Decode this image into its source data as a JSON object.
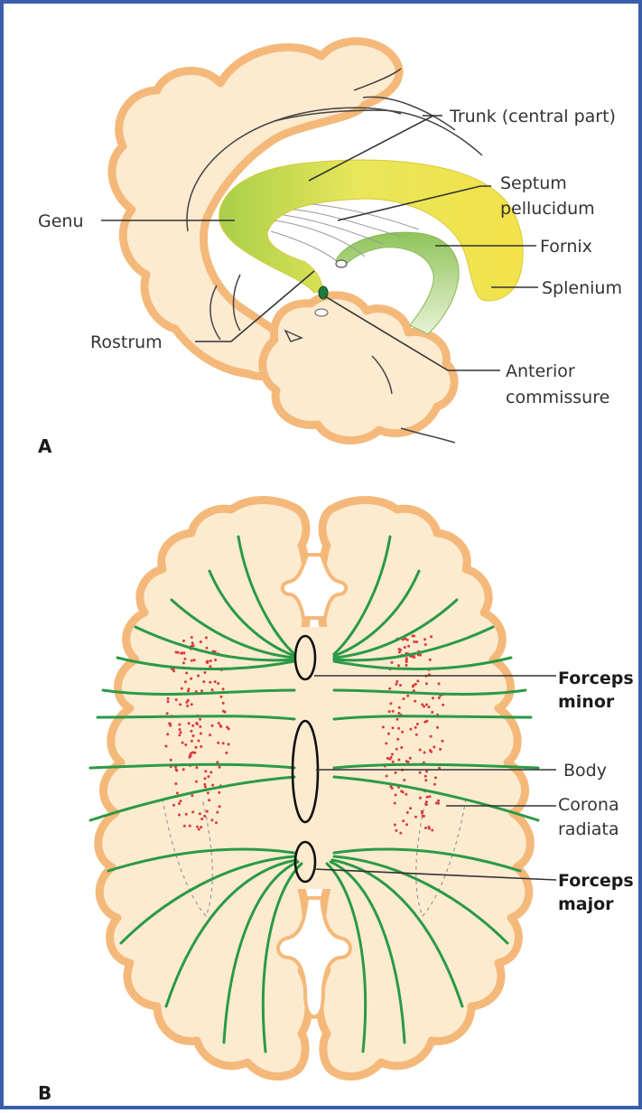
{
  "panel_a": {
    "letter": "A",
    "labels": {
      "trunk": "Trunk (central part)",
      "septum_1": "Septum",
      "septum_2": "pellucidum",
      "genu": "Genu",
      "fornix": "Fornix",
      "splenium": "Splenium",
      "rostrum": "Rostrum",
      "anterior_1": "Anterior",
      "anterior_2": "commissure"
    }
  },
  "panel_b": {
    "letter": "B",
    "labels": {
      "forceps_minor_1": "Forceps",
      "forceps_minor_2": "minor",
      "body": "Body",
      "corona_1": "Corona",
      "corona_2": "radiata",
      "forceps_major_1": "Forceps",
      "forceps_major_2": "major"
    }
  },
  "colors": {
    "border": "#3a5fa8",
    "brain_fill": "#fdebd0",
    "brain_edge": "#f4b97a",
    "corpus_callosum": "#f0e24a",
    "corpus_callosum_green": "#a8cf4a",
    "fibers": "#2a9a45",
    "corona_dots": "#d93a3a"
  }
}
